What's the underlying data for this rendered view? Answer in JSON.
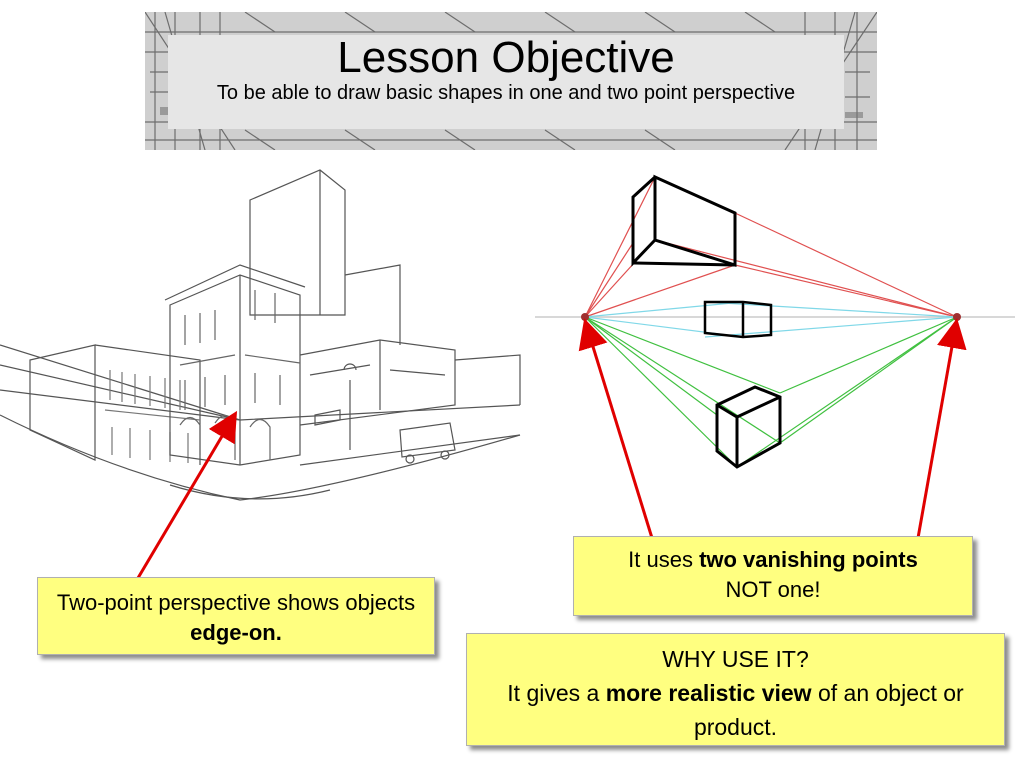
{
  "header": {
    "title": "Lesson Objective",
    "subtitle": "To be able to draw basic shapes in one and two point perspective"
  },
  "callouts": {
    "left": {
      "text_plain": "Two-point perspective shows objects ",
      "text_bold": "edge-on."
    },
    "right": {
      "prefix": "It uses ",
      "bold": "two vanishing points",
      "suffix": "NOT one!"
    },
    "why": {
      "heading": "WHY USE IT?",
      "line_prefix": "It gives a ",
      "line_bold": "more realistic view",
      "line_suffix": " of an object or product."
    }
  },
  "colors": {
    "callout_bg": "#ffff80",
    "arrow": "#e00000",
    "line_red": "#e05050",
    "line_cyan": "#80d8e8",
    "line_green": "#40c040"
  }
}
